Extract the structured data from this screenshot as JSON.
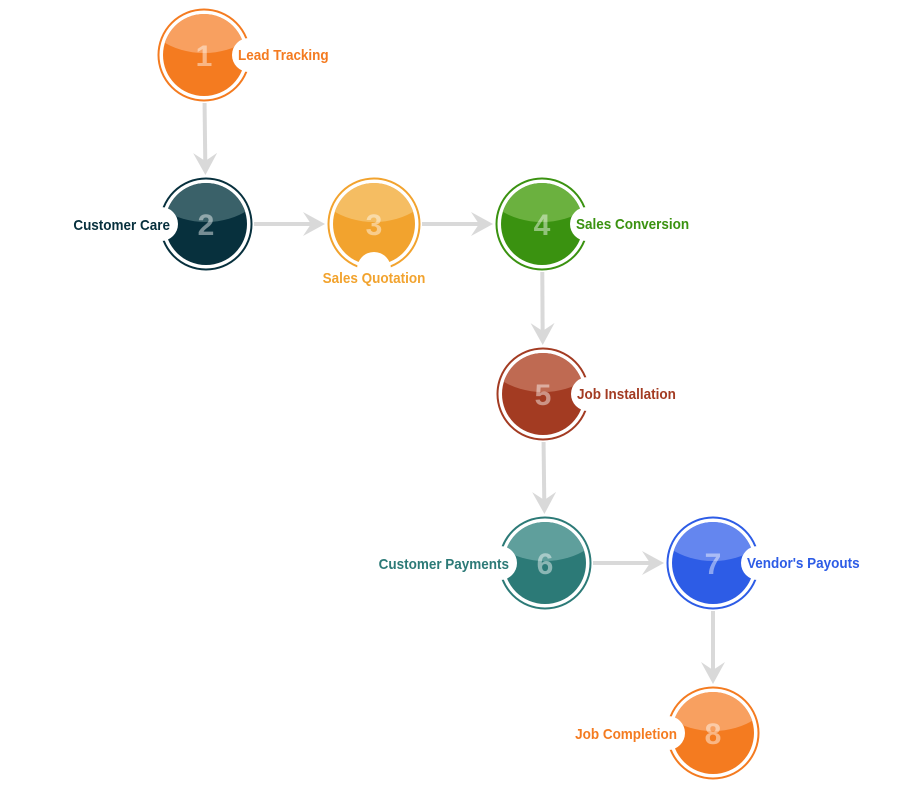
{
  "diagram": {
    "steps": [
      {
        "number": "1",
        "label": "Lead Tracking",
        "color": "#f47b20",
        "light": "#f8a060"
      },
      {
        "number": "2",
        "label": "Customer Care",
        "color": "#07303d",
        "light": "#3a6169"
      },
      {
        "number": "3",
        "label": "Sales Quotation",
        "color": "#f2a32e",
        "light": "#f5bd62"
      },
      {
        "number": "4",
        "label": "Sales Conversion",
        "color": "#3a9210",
        "light": "#6bb13f"
      },
      {
        "number": "5",
        "label": "Job Installation",
        "color": "#a33b22",
        "light": "#bf6a52"
      },
      {
        "number": "6",
        "label": "Customer Payments",
        "color": "#2c7a77",
        "light": "#5f9f9c"
      },
      {
        "number": "7",
        "label": "Vendor's Payouts",
        "color": "#2d5ce6",
        "light": "#6486ef"
      },
      {
        "number": "8",
        "label": "Job Completion",
        "color": "#f47b20",
        "light": "#f8a060"
      }
    ],
    "arrow_color": "#d9d9d9",
    "connections": [
      [
        1,
        2
      ],
      [
        2,
        3
      ],
      [
        3,
        4
      ],
      [
        4,
        5
      ],
      [
        5,
        6
      ],
      [
        6,
        7
      ],
      [
        7,
        8
      ]
    ]
  }
}
